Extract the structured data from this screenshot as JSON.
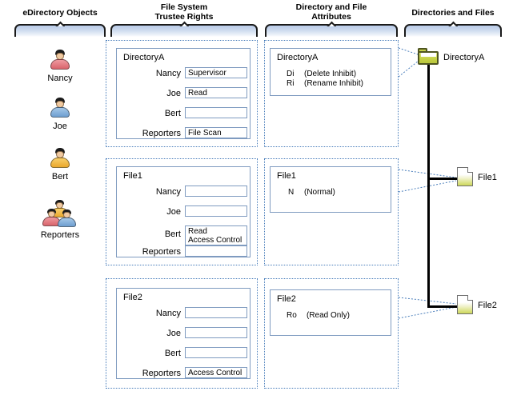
{
  "columns": [
    {
      "id": "edirectory",
      "title_lines": [
        "eDirectory Objects"
      ]
    },
    {
      "id": "trustee",
      "title_lines": [
        "File System",
        "Trustee Rights"
      ]
    },
    {
      "id": "attributes",
      "title_lines": [
        "Directory and File",
        "Attributes"
      ]
    },
    {
      "id": "objects",
      "title_lines": [
        "Directories and Files"
      ]
    }
  ],
  "edirectory_objects": [
    {
      "name": "Nancy",
      "icon": "user-icon",
      "color": "#e2767d"
    },
    {
      "name": "Joe",
      "icon": "user-icon",
      "color": "#79a7d8"
    },
    {
      "name": "Bert",
      "icon": "user-icon",
      "color": "#f0b23c"
    },
    {
      "name": "Reporters",
      "icon": "group-icon",
      "colors": [
        "#f0c83c",
        "#e2767d",
        "#79a7d8"
      ]
    }
  ],
  "trustee_rights": [
    {
      "resource": "DirectoryA",
      "assignments": [
        {
          "trustee": "Nancy",
          "rights": "Supervisor"
        },
        {
          "trustee": "Joe",
          "rights": "Read"
        },
        {
          "trustee": "Bert",
          "rights": ""
        },
        {
          "trustee": "Reporters",
          "rights": "File Scan"
        }
      ]
    },
    {
      "resource": "File1",
      "assignments": [
        {
          "trustee": "Nancy",
          "rights": ""
        },
        {
          "trustee": "Joe",
          "rights": ""
        },
        {
          "trustee": "Bert",
          "rights": "Read\nAccess Control"
        },
        {
          "trustee": "Reporters",
          "rights": ""
        }
      ]
    },
    {
      "resource": "File2",
      "assignments": [
        {
          "trustee": "Nancy",
          "rights": ""
        },
        {
          "trustee": "Joe",
          "rights": ""
        },
        {
          "trustee": "Bert",
          "rights": ""
        },
        {
          "trustee": "Reporters",
          "rights": "Access Control"
        }
      ]
    }
  ],
  "attributes": [
    {
      "resource": "DirectoryA",
      "flags": [
        {
          "code": "Di",
          "description": "(Delete Inhibit)"
        },
        {
          "code": "Ri",
          "description": "(Rename Inhibit)"
        }
      ]
    },
    {
      "resource": "File1",
      "flags": [
        {
          "code": "N",
          "description": "(Normal)"
        }
      ]
    },
    {
      "resource": "File2",
      "flags": [
        {
          "code": "Ro",
          "description": "(Read Only)"
        }
      ]
    }
  ],
  "file_tree": [
    {
      "name": "DirectoryA",
      "icon": "folder-icon"
    },
    {
      "name": "File1",
      "icon": "file-icon"
    },
    {
      "name": "File2",
      "icon": "file-icon"
    }
  ],
  "colors": {
    "bracket_border": "#1a1a1a",
    "bracket_fill_top": "#b9cbe8",
    "dashed_border": "#4a7ebb",
    "panel_border": "#7f9bc0",
    "tree_line": "#000000",
    "folder": "#c6d247",
    "file": "#cdd85a"
  }
}
